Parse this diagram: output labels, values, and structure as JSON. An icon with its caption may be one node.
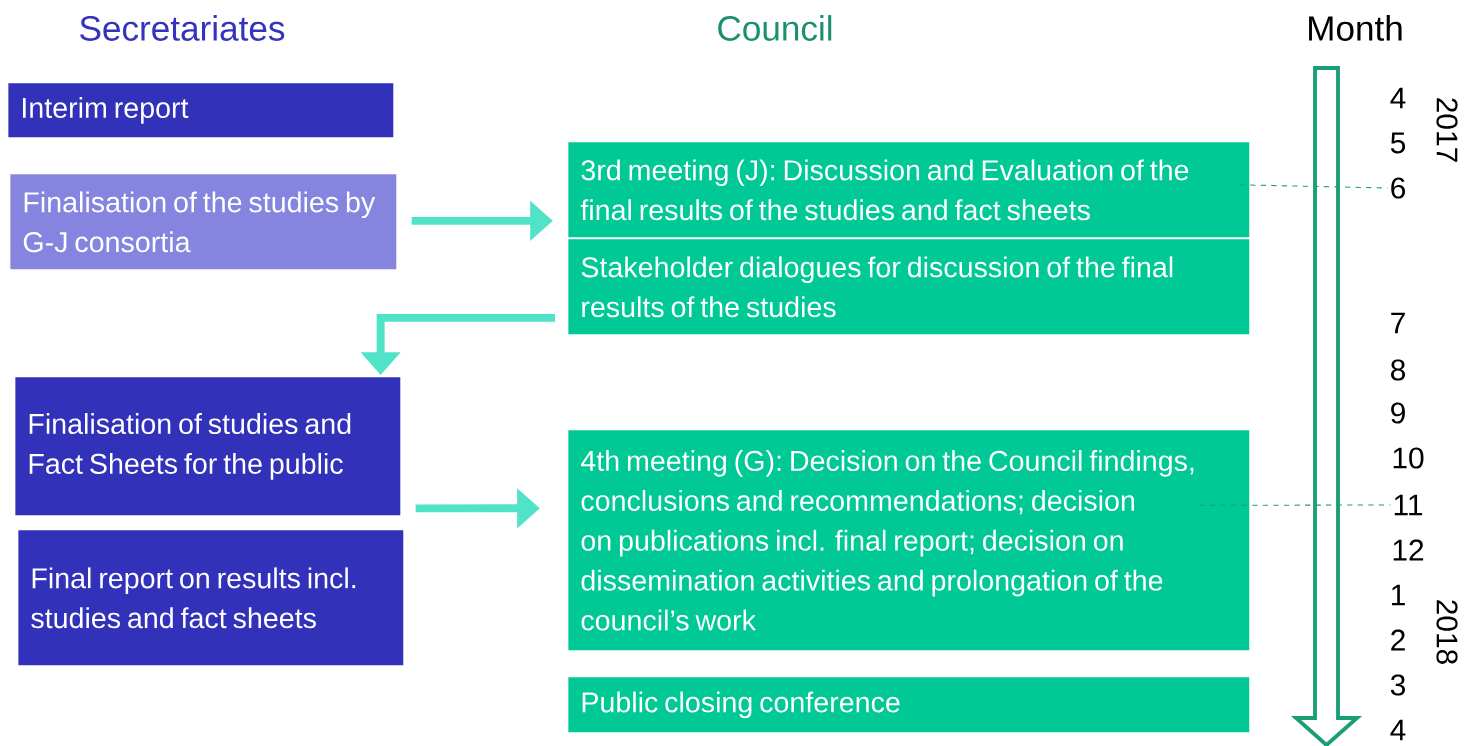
{
  "diagram": {
    "nodes": [
      {
        "text": [
          "Interim report"
        ]
      },
      {
        "text": [
          "Finalisation of the studies by G-J consortia"
        ]
      },
      {
        "text": [
          "3rd meeting (J): Discussion and Evaluation of the final results of the studies and fact sheets"
        ]
      },
      {
        "text": [
          "Stakeholder dialogues for discussion of the final results of the studies"
        ]
      },
      {
        "text": [
          "Finalisation of studies and Fact Sheets for the public"
        ]
      },
      {
        "text": [
          "Final report on results incl. studies and fact sheets"
        ]
      },
      {
        "text": [
          "4th meeting (G): Decision on the Council findings, conclusions and recommendations; decision on publications incl. final report; decision on dissemination activities and prolongation of the council’s work"
        ]
      },
      {
        "text": [
          "Public closing conference"
        ]
      },
      {
        "text": [
          "6"
        ]
      },
      {
        "text": [
          "11"
        ]
      }
    ],
    "edges": [
      {
        "from": 1,
        "to": 2,
        "arrow": "to"
      },
      {
        "from": 3,
        "to": 4,
        "arrow": "to"
      },
      {
        "from": 4,
        "to": 6,
        "arrow": "to"
      },
      {
        "from": 2,
        "to": 8,
        "arrow": "none",
        "style": "dashed",
        "color": "#1a9e77"
      },
      {
        "from": 6,
        "to": 9,
        "arrow": "none",
        "style": "dashed",
        "color": "#1a9e77"
      }
    ],
    "labels": [
      "Secretariates",
      "Council",
      "Month",
      "4",
      "2017",
      "5",
      "7",
      "8",
      "9",
      "10",
      "12",
      "1",
      "2018",
      "2",
      "3",
      "4"
    ]
  }
}
